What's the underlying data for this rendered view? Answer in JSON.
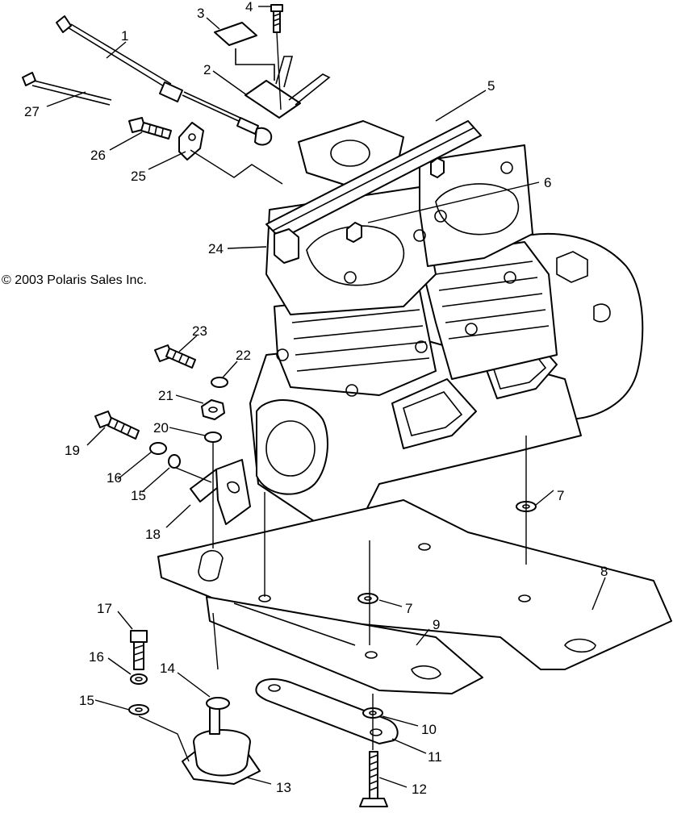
{
  "copyright": "© 2003 Polaris Sales Inc.",
  "callouts": [
    "1",
    "2",
    "3",
    "4",
    "5",
    "6",
    "7",
    "8",
    "9",
    "10",
    "11",
    "12",
    "13",
    "14",
    "15",
    "16",
    "17",
    "18",
    "19",
    "20",
    "21",
    "22",
    "23",
    "24",
    "25",
    "26",
    "27"
  ],
  "callout_repeats": {
    "7b": "7",
    "15b": "15",
    "16b": "16"
  }
}
